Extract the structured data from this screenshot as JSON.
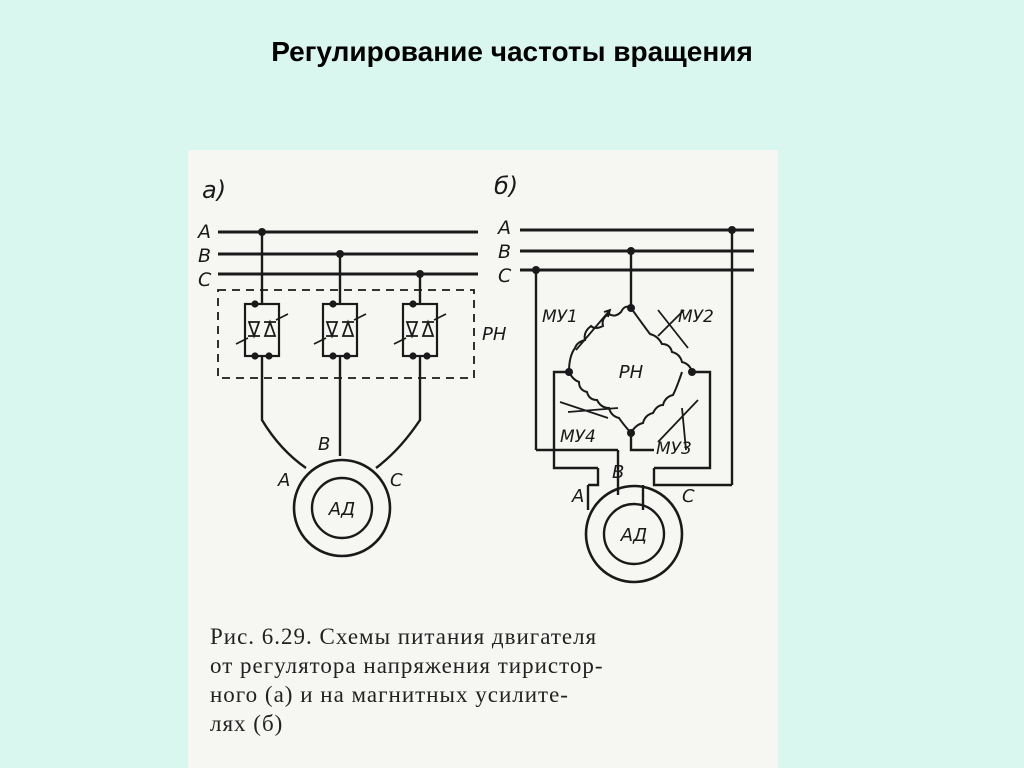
{
  "title": "Регулирование частоты вращения",
  "diagram": {
    "part_a": {
      "label": "а)",
      "bus_labels": [
        "А",
        "В",
        "С"
      ],
      "regulator_label": "РН",
      "phase_labels": [
        "А",
        "В",
        "С"
      ],
      "motor_label": "АД"
    },
    "part_b": {
      "label": "б)",
      "bus_labels": [
        "А",
        "В",
        "С"
      ],
      "regulator_label": "РН",
      "amplifiers": [
        "МУ1",
        "МУ2",
        "МУ3",
        "МУ4"
      ],
      "phase_labels": [
        "А",
        "В",
        "С"
      ],
      "motor_label": "АД"
    }
  },
  "caption": {
    "line1": "Рис. 6.29. Схемы питания двигателя",
    "line2": "от регулятора напряжения тиристор-",
    "line3": "ного (а) и на магнитных усилите-",
    "line4": "лях (б)"
  }
}
